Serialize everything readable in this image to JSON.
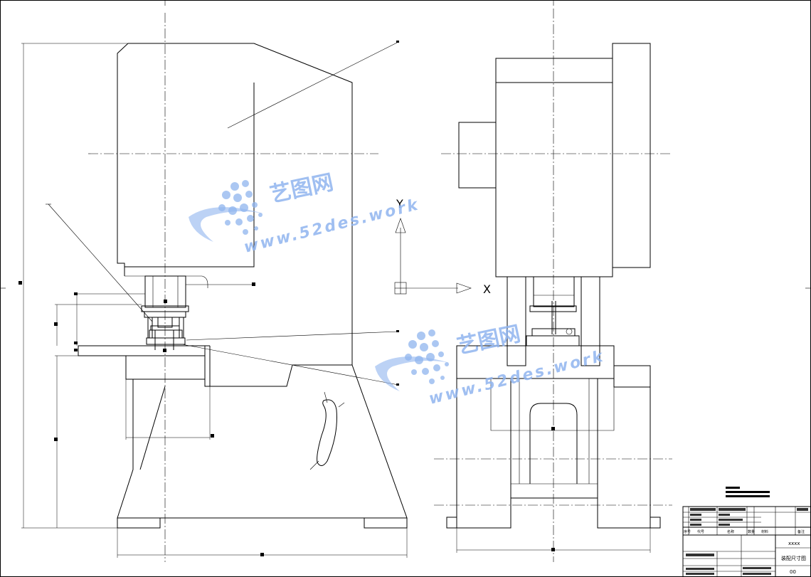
{
  "drawing": {
    "coordinate_axes": {
      "x_label": "X",
      "y_label": "Y"
    },
    "title_block": {
      "header_labels": [
        "序号",
        "代号",
        "名称",
        "数量",
        "材料",
        "备注"
      ],
      "project": "xxxx",
      "drawing_title": "装配尺寸图",
      "scale": "00"
    }
  },
  "watermark": {
    "brand": "艺图网",
    "url": "www.52des.work"
  }
}
